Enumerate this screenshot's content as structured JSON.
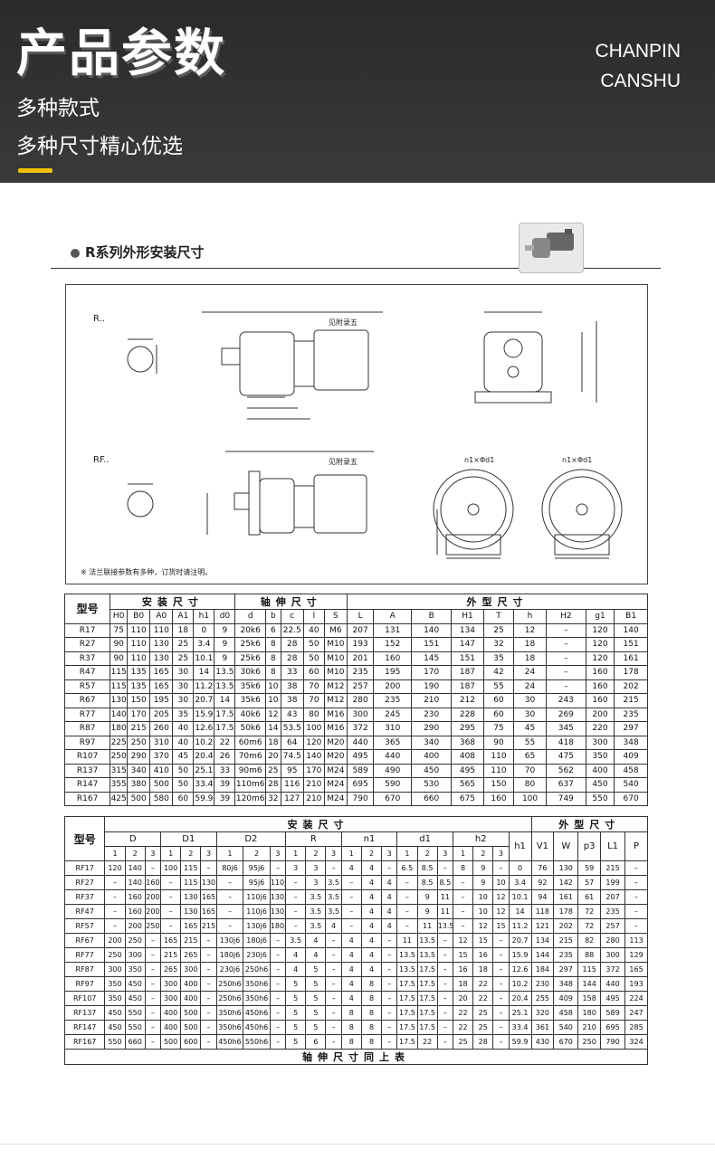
{
  "header": {
    "title": "产品参数",
    "en_line1": "CHANPIN",
    "en_line2": "CANSHU",
    "subtitle1": "多种款式",
    "subtitle2": "多种尺寸精心优选",
    "accent_color": "#f2c200"
  },
  "section": {
    "title": "R系列外形安装尺寸",
    "drawing_labels": {
      "r": "R..",
      "rf": "RF..",
      "note_ref": "见附录五",
      "flange_hole": "n1×Φd1",
      "note": "※ 法兰联接参数有多种，订货时请注明。"
    }
  },
  "table1": {
    "model_header": "型号",
    "groups": [
      "安装尺寸",
      "轴伸尺寸",
      "外型尺寸"
    ],
    "columns": [
      "H0",
      "B0",
      "A0",
      "A1",
      "h1",
      "d0",
      "d",
      "b",
      "c",
      "l",
      "S",
      "L",
      "A",
      "B",
      "H1",
      "T",
      "h",
      "H2",
      "g1",
      "B1"
    ],
    "rows": [
      [
        "R17",
        "75",
        "110",
        "110",
        "18",
        "0",
        "9",
        "20k6",
        "6",
        "22.5",
        "40",
        "M6",
        "207",
        "131",
        "140",
        "134",
        "25",
        "12",
        "–",
        "120",
        "140"
      ],
      [
        "R27",
        "90",
        "110",
        "130",
        "25",
        "3.4",
        "9",
        "25k6",
        "8",
        "28",
        "50",
        "M10",
        "193",
        "152",
        "151",
        "147",
        "32",
        "18",
        "–",
        "120",
        "151"
      ],
      [
        "R37",
        "90",
        "110",
        "130",
        "25",
        "10.1",
        "9",
        "25k6",
        "8",
        "28",
        "50",
        "M10",
        "201",
        "160",
        "145",
        "151",
        "35",
        "18",
        "–",
        "120",
        "161"
      ],
      [
        "R47",
        "115",
        "135",
        "165",
        "30",
        "14",
        "13.5",
        "30k6",
        "8",
        "33",
        "60",
        "M10",
        "235",
        "195",
        "170",
        "187",
        "42",
        "24",
        "–",
        "160",
        "178"
      ],
      [
        "R57",
        "115",
        "135",
        "165",
        "30",
        "11.2",
        "13.5",
        "35k6",
        "10",
        "38",
        "70",
        "M12",
        "257",
        "200",
        "190",
        "187",
        "55",
        "24",
        "–",
        "160",
        "202"
      ],
      [
        "R67",
        "130",
        "150",
        "195",
        "30",
        "20.7",
        "14",
        "35k6",
        "10",
        "38",
        "70",
        "M12",
        "280",
        "235",
        "210",
        "212",
        "60",
        "30",
        "243",
        "160",
        "215"
      ],
      [
        "R77",
        "140",
        "170",
        "205",
        "35",
        "15.9",
        "17.5",
        "40k6",
        "12",
        "43",
        "80",
        "M16",
        "300",
        "245",
        "230",
        "228",
        "60",
        "30",
        "269",
        "200",
        "235"
      ],
      [
        "R87",
        "180",
        "215",
        "260",
        "40",
        "12.6",
        "17.5",
        "50k6",
        "14",
        "53.5",
        "100",
        "M16",
        "372",
        "310",
        "290",
        "295",
        "75",
        "45",
        "345",
        "220",
        "297"
      ],
      [
        "R97",
        "225",
        "250",
        "310",
        "40",
        "10.2",
        "22",
        "60m6",
        "18",
        "64",
        "120",
        "M20",
        "440",
        "365",
        "340",
        "368",
        "90",
        "55",
        "418",
        "300",
        "348"
      ],
      [
        "R107",
        "250",
        "290",
        "370",
        "45",
        "20.4",
        "26",
        "70m6",
        "20",
        "74.5",
        "140",
        "M20",
        "495",
        "440",
        "400",
        "408",
        "110",
        "65",
        "475",
        "350",
        "409"
      ],
      [
        "R137",
        "315",
        "340",
        "410",
        "50",
        "25.1",
        "33",
        "90m6",
        "25",
        "95",
        "170",
        "M24",
        "589",
        "490",
        "450",
        "495",
        "110",
        "70",
        "562",
        "400",
        "458"
      ],
      [
        "R147",
        "355",
        "380",
        "500",
        "50",
        "33.4",
        "39",
        "110m6",
        "28",
        "116",
        "210",
        "M24",
        "695",
        "590",
        "530",
        "565",
        "150",
        "80",
        "637",
        "450",
        "540"
      ],
      [
        "R167",
        "425",
        "500",
        "580",
        "60",
        "59.9",
        "39",
        "120m6",
        "32",
        "127",
        "210",
        "M24",
        "790",
        "670",
        "660",
        "675",
        "160",
        "100",
        "749",
        "550",
        "670"
      ]
    ]
  },
  "table2": {
    "model_header": "型号",
    "groups": [
      "安装尺寸",
      "外型尺寸"
    ],
    "columns": [
      "D",
      "D1",
      "D2",
      "R",
      "n1",
      "d1",
      "h2",
      "h1",
      "V1",
      "W",
      "p3",
      "L1",
      "P"
    ],
    "subnums": [
      "1",
      "2",
      "3"
    ],
    "rows": [
      [
        "RF17",
        "120",
        "140",
        "–",
        "100",
        "115",
        "–",
        "80j6",
        "95j6",
        "–",
        "3",
        "3",
        "–",
        "4",
        "4",
        "–",
        "6.5",
        "8.5",
        "–",
        "8",
        "9",
        "–",
        "0",
        "76",
        "130",
        "59",
        "215",
        "–"
      ],
      [
        "RF27",
        "–",
        "140",
        "160",
        "–",
        "115",
        "130",
        "–",
        "95j6",
        "110j6",
        "–",
        "3",
        "3.5",
        "–",
        "4",
        "4",
        "–",
        "8.5",
        "8.5",
        "–",
        "9",
        "10",
        "3.4",
        "92",
        "142",
        "57",
        "199",
        "–"
      ],
      [
        "RF37",
        "–",
        "160",
        "200",
        "–",
        "130",
        "165",
        "–",
        "110j6",
        "130j6",
        "–",
        "3.5",
        "3.5",
        "–",
        "4",
        "4",
        "–",
        "9",
        "11",
        "–",
        "10",
        "12",
        "10.1",
        "94",
        "161",
        "61",
        "207",
        "–"
      ],
      [
        "RF47",
        "–",
        "160",
        "200",
        "–",
        "130",
        "165",
        "–",
        "110j6",
        "130j6",
        "–",
        "3.5",
        "3.5",
        "–",
        "4",
        "4",
        "–",
        "9",
        "11",
        "–",
        "10",
        "12",
        "14",
        "118",
        "178",
        "72",
        "235",
        "–"
      ],
      [
        "RF57",
        "–",
        "200",
        "250",
        "–",
        "165",
        "215",
        "–",
        "130j6",
        "180j6",
        "–",
        "3.5",
        "4",
        "–",
        "4",
        "4",
        "–",
        "11",
        "13.5",
        "–",
        "12",
        "15",
        "11.2",
        "121",
        "202",
        "72",
        "257",
        "–"
      ],
      [
        "RF67",
        "200",
        "250",
        "–",
        "165",
        "215",
        "–",
        "130j6",
        "180j6",
        "–",
        "3.5",
        "4",
        "–",
        "4",
        "4",
        "–",
        "11",
        "13.5",
        "–",
        "12",
        "15",
        "–",
        "20.7",
        "134",
        "215",
        "82",
        "280",
        "113"
      ],
      [
        "RF77",
        "250",
        "300",
        "–",
        "215",
        "265",
        "–",
        "180j6",
        "230j6",
        "–",
        "4",
        "4",
        "–",
        "4",
        "4",
        "–",
        "13.5",
        "13.5",
        "–",
        "15",
        "16",
        "–",
        "15.9",
        "144",
        "235",
        "88",
        "300",
        "129"
      ],
      [
        "RF87",
        "300",
        "350",
        "–",
        "265",
        "300",
        "–",
        "230j6",
        "250h6",
        "–",
        "4",
        "5",
        "–",
        "4",
        "4",
        "–",
        "13.5",
        "17.5",
        "–",
        "16",
        "18",
        "–",
        "12.6",
        "184",
        "297",
        "115",
        "372",
        "165"
      ],
      [
        "RF97",
        "350",
        "450",
        "–",
        "300",
        "400",
        "–",
        "250h6",
        "350h6",
        "–",
        "5",
        "5",
        "–",
        "4",
        "8",
        "–",
        "17.5",
        "17.5",
        "–",
        "18",
        "22",
        "–",
        "10.2",
        "230",
        "348",
        "144",
        "440",
        "193"
      ],
      [
        "RF107",
        "350",
        "450",
        "–",
        "300",
        "400",
        "–",
        "250h6",
        "350h6",
        "–",
        "5",
        "5",
        "–",
        "4",
        "8",
        "–",
        "17.5",
        "17.5",
        "–",
        "20",
        "22",
        "–",
        "20.4",
        "255",
        "409",
        "158",
        "495",
        "224"
      ],
      [
        "RF137",
        "450",
        "550",
        "–",
        "400",
        "500",
        "–",
        "350h6",
        "450h6",
        "–",
        "5",
        "5",
        "–",
        "8",
        "8",
        "–",
        "17.5",
        "17.5",
        "–",
        "22",
        "25",
        "–",
        "25.1",
        "320",
        "458",
        "180",
        "589",
        "247"
      ],
      [
        "RF147",
        "450",
        "550",
        "–",
        "400",
        "500",
        "–",
        "350h6",
        "450h6",
        "–",
        "5",
        "5",
        "–",
        "8",
        "8",
        "–",
        "17.5",
        "17.5",
        "–",
        "22",
        "25",
        "–",
        "33.4",
        "361",
        "540",
        "210",
        "695",
        "285"
      ],
      [
        "RF167",
        "550",
        "660",
        "–",
        "500",
        "600",
        "–",
        "450h6",
        "550h6",
        "–",
        "5",
        "6",
        "–",
        "8",
        "8",
        "–",
        "17.5",
        "22",
        "–",
        "25",
        "28",
        "–",
        "59.9",
        "430",
        "670",
        "250",
        "790",
        "324"
      ]
    ],
    "footer": "轴伸尺寸同上表"
  }
}
